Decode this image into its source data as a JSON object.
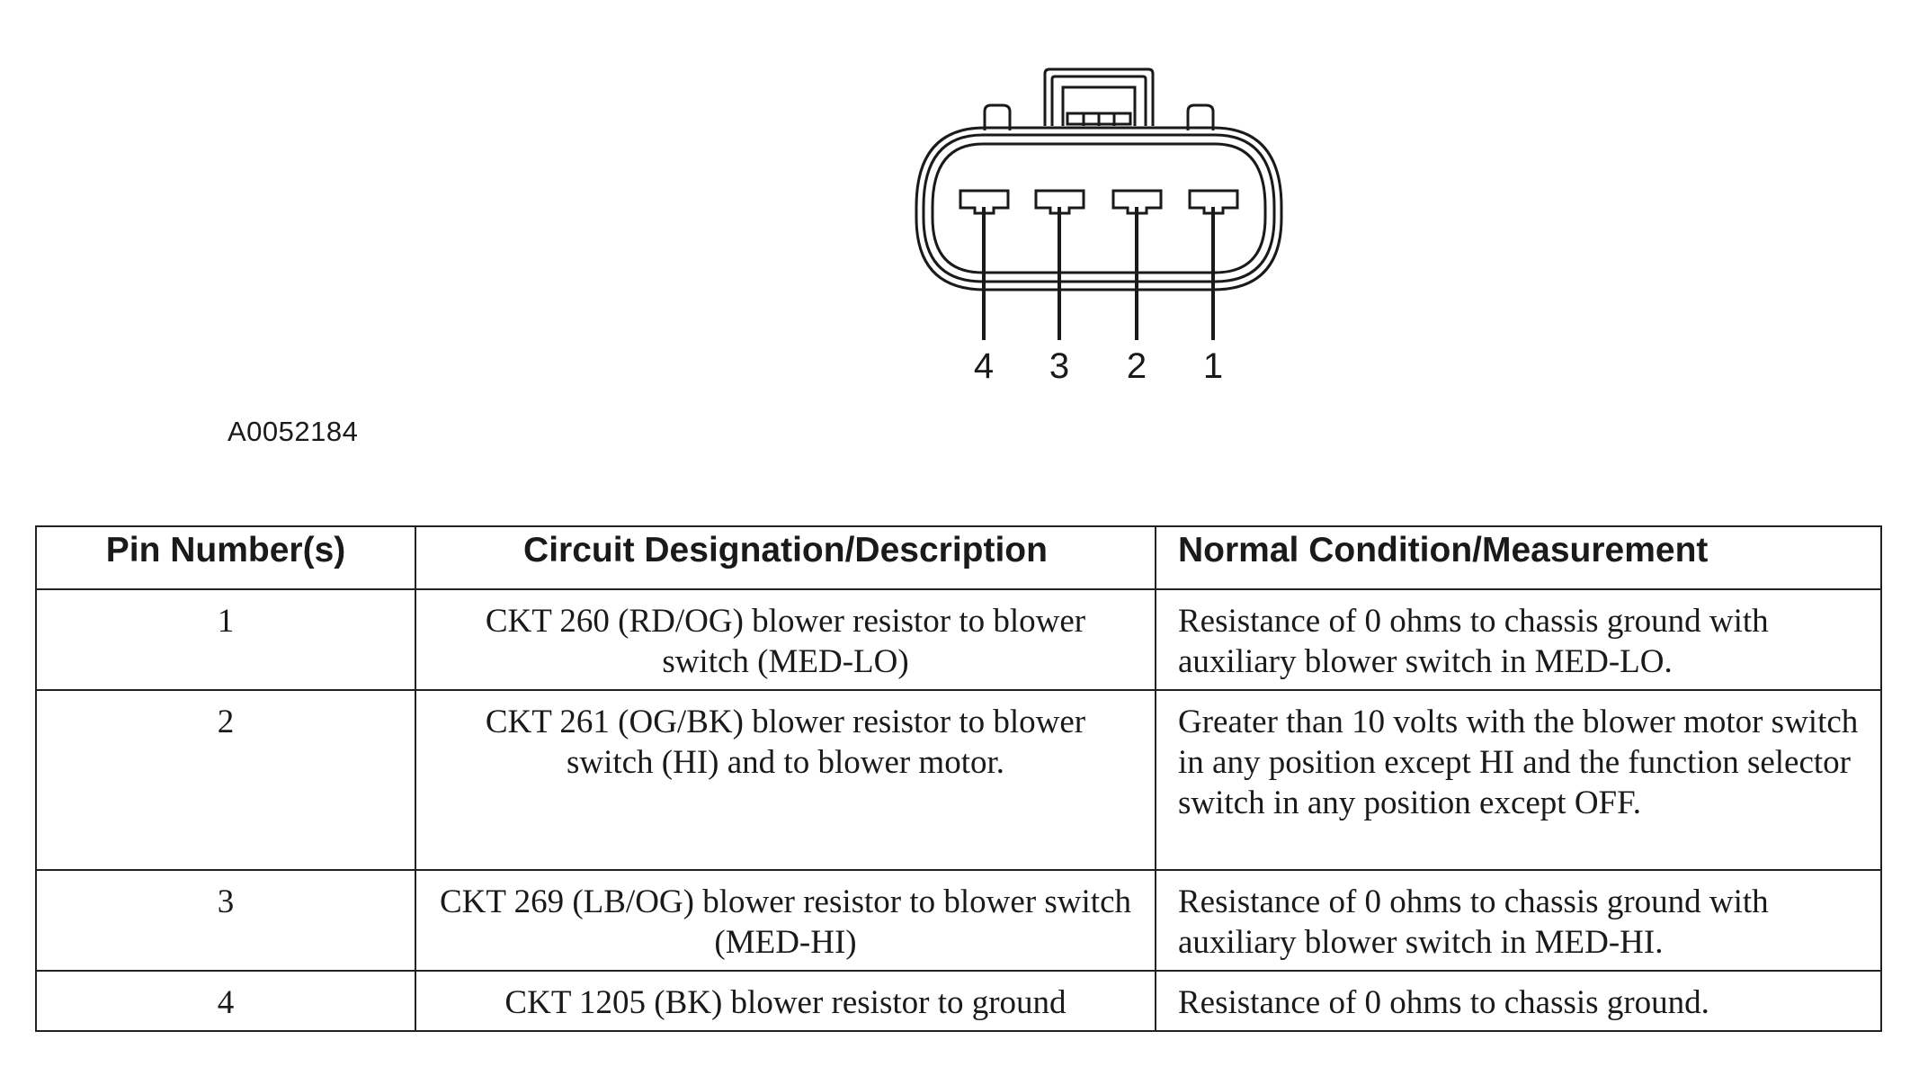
{
  "diagram": {
    "pin_labels": [
      "4",
      "3",
      "2",
      "1"
    ],
    "figure_id": "A0052184"
  },
  "table": {
    "headers": [
      "Pin Number(s)",
      "Circuit Designation/Description",
      "Normal Condition/Measurement"
    ],
    "rows": [
      {
        "pin": "1",
        "description": "CKT 260 (RD/OG) blower resistor to blower switch (MED-LO)",
        "measurement": "Resistance of 0 ohms to chassis ground with auxiliary blower switch in MED-LO."
      },
      {
        "pin": "2",
        "description": "CKT 261 (OG/BK) blower resistor to blower switch (HI) and to blower motor.",
        "measurement": "Greater than 10 volts with the blower motor switch in any position except HI and the function selector switch in any position except OFF."
      },
      {
        "pin": "3",
        "description": "CKT 269 (LB/OG) blower resistor to blower switch (MED-HI)",
        "measurement": "Resistance of 0 ohms to chassis ground with auxiliary blower switch in MED-HI."
      },
      {
        "pin": "4",
        "description": "CKT 1205 (BK) blower resistor to ground",
        "measurement": "Resistance of 0 ohms to chassis ground."
      }
    ]
  }
}
